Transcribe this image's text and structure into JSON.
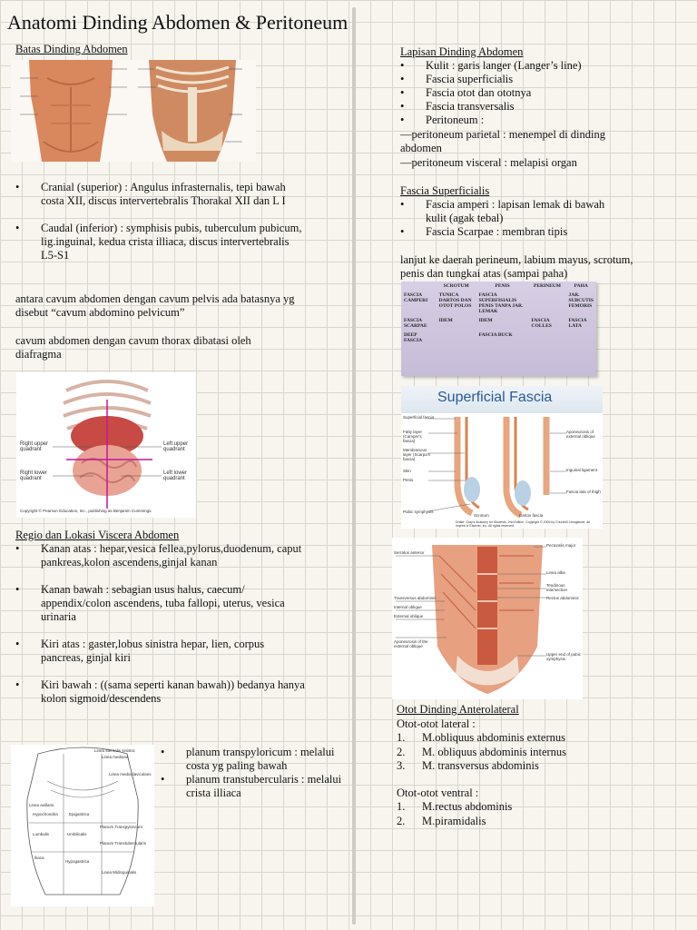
{
  "title": "Anatomi Dinding Abdomen & Peritoneum",
  "left": {
    "batas_heading": "Batas Dinding Abdomen",
    "batas_items": [
      "Cranial (superior) : Angulus infrasternalis, tepi bawah costa XII, discus intervertebralis Thorakal XII dan L I",
      "Caudal (inferior) : symphisis pubis, tuberculum pubicum, lig.inguinal, kedua crista illiaca, discus intervertebralis L5-S1"
    ],
    "para1": "antara cavum abdomen dengan cavum pelvis ada batasnya yg disebut “cavum abdomino pelvicum”",
    "para2": "cavum abdomen dengan cavum thorax dibatasi oleh diafragma",
    "quadrant_fig": {
      "right_upper": "Right upper quadrant",
      "left_upper": "Left upper quadrant",
      "right_lower": "Right lower quadrant",
      "left_lower": "Left lower quadrant",
      "copyright": "Copyright © Pearson Education, Inc., publishing as Benjamin Cummings."
    },
    "regio_heading": "Regio dan Lokasi Viscera Abdomen",
    "regio_items": [
      "Kanan atas : hepar,vesica fellea,pylorus,duodenum, caput pankreas,kolon ascendens,ginjal kanan",
      "Kanan bawah : sebagian usus halus, caecum/ appendix/colon ascendens, tuba fallopi, uterus, vesica urinaria",
      "Kiri atas : gaster,lobus sinistra hepar, lien, corpus pancreas, ginjal kiri",
      "Kiri bawah : ((sama seperti kanan bawah)) bedanya hanya kolon sigmoid/descendens"
    ],
    "planum_items": [
      "planum transpyloricum : melalui costa yg paling bawah",
      "planum transtubercularis : melalui crista illiaca"
    ],
    "regions_fig": {
      "labels": [
        "Linea sternalis sinistra",
        "Linea mediana",
        "Linea medioclavicularis",
        "Linea axillaris",
        "Hypochondria",
        "Epigastrica",
        "Lumbalis",
        "Umbilicalis",
        "Planum Transpyloricum",
        "Planum Transtubercularis",
        "Iliaca",
        "Hypogastrica",
        "Linea Midinguinalis"
      ]
    }
  },
  "right": {
    "lapisan_heading": "Lapisan Dinding Abdomen",
    "lapisan_items": [
      "Kulit : garis langer (Langer’s line)",
      "Fascia superficialis",
      "Fascia otot dan ototnya",
      "Fascia transversalis",
      "Peritoneum :"
    ],
    "peritoneum_notes": [
      "—peritoneum parietal : menempel di dinding abdomen",
      "—peritoneum visceral : melapisi organ"
    ],
    "fascia_heading": "Fascia Superficialis",
    "fascia_items": [
      "Fascia  amperi : lapisan lemak di bawah kulit (agak tebal)",
      "Fascia Scarpae : membran tipis"
    ],
    "lanjut": "lanjut ke daerah perineum, labium mayus, scrotum, penis dan tungkai atas (sampai paha)",
    "table": {
      "headers": [
        "",
        "SCROTUM",
        "PENIS",
        "PERINEUM",
        "PAHA"
      ],
      "rows": [
        [
          "FASCIA CAMPERI",
          "TUNICA DARTOS DAN OTOT POLOS",
          "FASCIA SUPERFISIALIS PENIS TANPA JAR. LEMAK",
          "",
          "JAR. SUBCUTIS FEMORIS"
        ],
        [
          "FASCIA SCARPAE",
          "IDEM",
          "IDEM",
          "FASCIA COLLES",
          "FASCIA LATA"
        ],
        [
          "DEEP FASCIA",
          "",
          "FASCIA BUCK",
          "",
          ""
        ]
      ]
    },
    "superficial_fig": {
      "title": "Superficial Fascia",
      "left_labels": [
        "Superficial fascia",
        "Fatty layer (Camper's fascia)",
        "Membranous layer (Scarpa's fascia)",
        "Skin",
        "Penis",
        "Pubic symphysis"
      ],
      "right_labels": [
        "Aponeurosis of external oblique",
        "Inguinal ligament",
        "Fascia lata of thigh"
      ],
      "bottom_labels": [
        "Scrotum",
        "Dartos fascia"
      ],
      "credit": "Drake: Gray's Anatomy for Students, 2nd Edition. Copyright © 2009 by Churchill Livingstone, an imprint of Elsevier, Inc. All rights reserved."
    },
    "muscle_fig": {
      "labels_left": [
        "Serratus anterior",
        "Transversus abdominis",
        "Internal oblique",
        "External oblique",
        "Aponeurosis of the external oblique"
      ],
      "labels_right": [
        "Pectoralis major",
        "Linea alba",
        "Tendinous intersection",
        "Rectus abdominis",
        "Upper end of pubic symphysis"
      ]
    },
    "otot_heading": "Otot Dinding Anterolateral",
    "lateral_title": "Otot-otot lateral :",
    "lateral_items": [
      "M.obliquus abdominis externus",
      "M. obliquus abdominis internus",
      "M. transversus abdominis"
    ],
    "ventral_title": "Otot-otot ventral :",
    "ventral_items": [
      "M.rectus abdominis",
      "M.piramidalis"
    ]
  }
}
